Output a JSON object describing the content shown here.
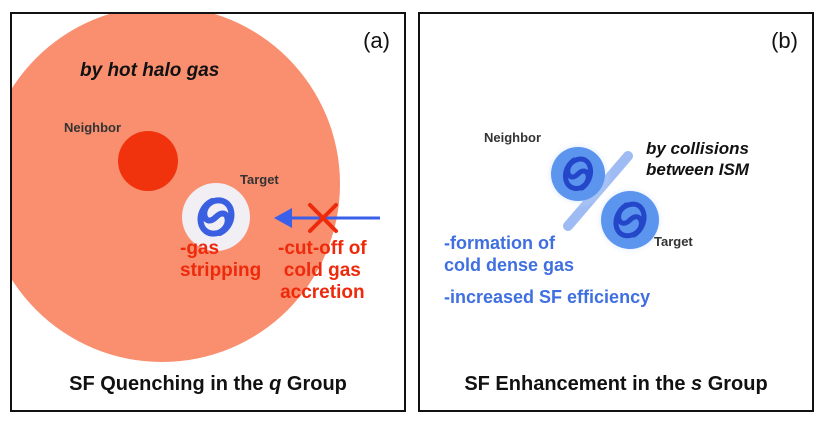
{
  "colors": {
    "halo": "#f98f6f",
    "neighbor_red": "#f0330c",
    "text_red": "#ee2a0c",
    "galaxy_blue": "#4f86ea",
    "text_blue": "#3f6fe0",
    "arrow_blue": "#3a5fe8"
  },
  "panel_a": {
    "letter": "(a)",
    "halo_label": "by hot halo gas",
    "neighbor_label": "Neighbor",
    "target_label": "Target",
    "stripping_line1": "-gas",
    "stripping_line2": "stripping",
    "cutoff_line1": "-cut-off of",
    "cutoff_line2": "cold gas",
    "cutoff_line3": "accretion",
    "caption_before": "SF Quenching in the ",
    "caption_group": "q",
    "caption_after": " Group"
  },
  "panel_b": {
    "letter": "(b)",
    "neighbor_label": "Neighbor",
    "target_label": "Target",
    "collision_line1": "by collisions",
    "collision_line2": "between ISM",
    "formation_line1": "-formation of",
    "formation_line2": "cold dense gas",
    "efficiency_label": "-increased SF efficiency",
    "caption_before": "SF Enhancement in the ",
    "caption_group": "s",
    "caption_after": " Group"
  }
}
